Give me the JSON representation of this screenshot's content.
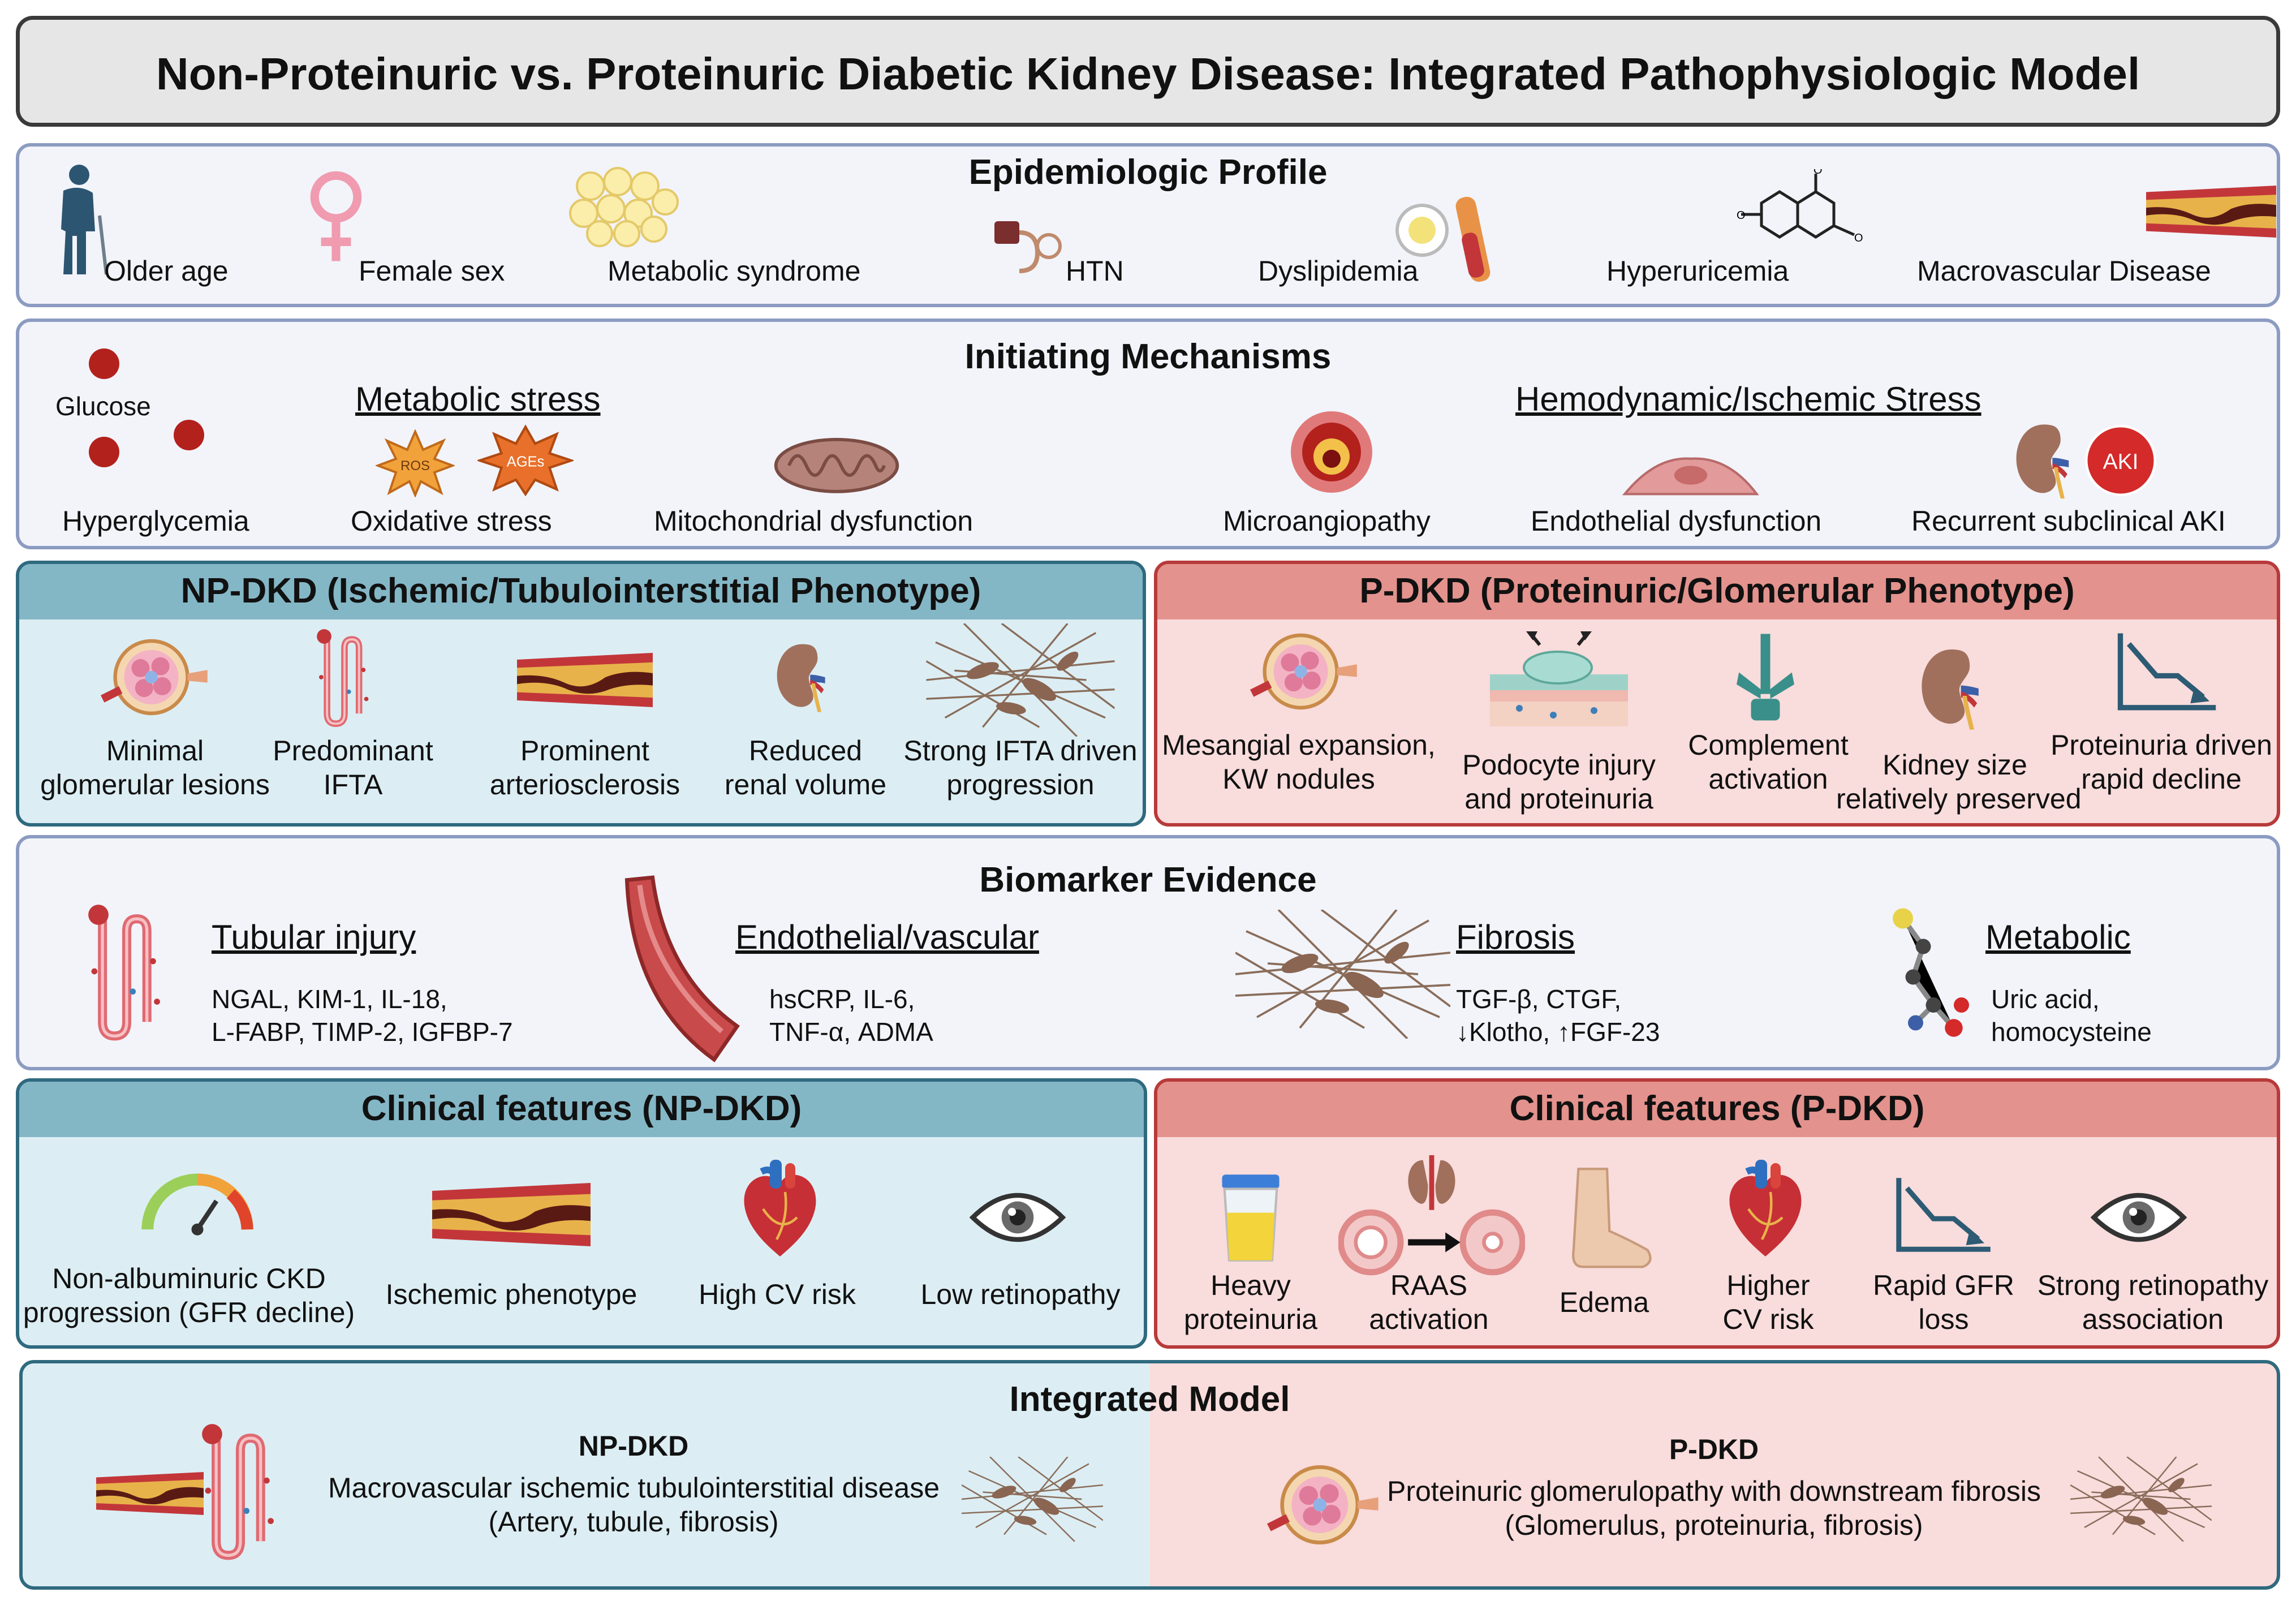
{
  "title": "Non-Proteinuric vs. Proteinuric Diabetic Kidney Disease: Integrated Pathophysiologic Model",
  "epidemiology": {
    "title": "Epidemiologic Profile",
    "items": [
      "Older age",
      "Female sex",
      "Metabolic syndrome",
      "HTN",
      "Dyslipidemia",
      "Hyperuricemia",
      "Macrovascular Disease"
    ]
  },
  "initiating": {
    "title": "Initiating Mechanisms",
    "metabolic_heading": "Metabolic stress",
    "hemodynamic_heading": "Hemodynamic/Ischemic Stress",
    "glucose_label": "Glucose",
    "ros_label": "ROS",
    "ages_label": "AGEs",
    "aki_label": "AKI",
    "items": [
      "Hyperglycemia",
      "Oxidative stress",
      "Mitochondrial dysfunction",
      "Microangiopathy",
      "Endothelial dysfunction",
      "Recurrent subclinical AKI"
    ]
  },
  "np_phenotype": {
    "title": "NP-DKD (Ischemic/Tubulointerstitial Phenotype)",
    "items": [
      {
        "line1": "Minimal",
        "line2": "glomerular lesions"
      },
      {
        "line1": "Predominant",
        "line2": "IFTA"
      },
      {
        "line1": "Prominent",
        "line2": "arteriosclerosis"
      },
      {
        "line1": "Reduced",
        "line2": "renal volume"
      },
      {
        "line1": "Strong IFTA driven",
        "line2": "progression"
      }
    ]
  },
  "p_phenotype": {
    "title": "P-DKD (Proteinuric/Glomerular Phenotype)",
    "items": [
      {
        "line1": "Mesangial expansion,",
        "line2": "KW nodules"
      },
      {
        "line1": "Podocyte injury",
        "line2": "and proteinuria"
      },
      {
        "line1": "Complement",
        "line2": "activation"
      },
      {
        "line1": "Kidney size",
        "line2": "relatively preserved"
      },
      {
        "line1": "Proteinuria driven",
        "line2": "rapid decline"
      }
    ]
  },
  "biomarkers": {
    "title": "Biomarker Evidence",
    "groups": [
      {
        "heading": "Tubular injury",
        "line1": "NGAL, KIM-1, IL-18,",
        "line2": "L-FABP, TIMP-2, IGFBP-7"
      },
      {
        "heading": "Endothelial/vascular",
        "line1": "hsCRP, IL-6,",
        "line2": "TNF-α, ADMA"
      },
      {
        "heading": "Fibrosis",
        "line1": "TGF-β, CTGF,",
        "line2": "↓Klotho, ↑FGF-23"
      },
      {
        "heading": "Metabolic",
        "line1": "Uric acid,",
        "line2": "homocysteine"
      }
    ]
  },
  "clinical_np": {
    "title": "Clinical features (NP-DKD)",
    "items": [
      {
        "line1": "Non-albuminuric CKD",
        "line2": "progression (GFR decline)"
      },
      {
        "line1": "Ischemic phenotype",
        "line2": ""
      },
      {
        "line1": "High CV risk",
        "line2": ""
      },
      {
        "line1": "Low retinopathy",
        "line2": ""
      }
    ]
  },
  "clinical_p": {
    "title": "Clinical features (P-DKD)",
    "items": [
      {
        "line1": "Heavy",
        "line2": "proteinuria"
      },
      {
        "line1": "RAAS",
        "line2": "activation"
      },
      {
        "line1": "Edema",
        "line2": ""
      },
      {
        "line1": "Higher",
        "line2": "CV risk"
      },
      {
        "line1": "Rapid GFR",
        "line2": "loss"
      },
      {
        "line1": "Strong retinopathy",
        "line2": "association"
      }
    ]
  },
  "integrated": {
    "title": "Integrated Model",
    "np_title": "NP-DKD",
    "np_line1": "Macrovascular ischemic tubulointerstitial disease",
    "np_line2": "(Artery, tubule, fibrosis)",
    "p_title": "P-DKD",
    "p_line1": "Proteinuric glomerulopathy with downstream fibrosis",
    "p_line2": "(Glomerulus, proteinuria, fibrosis)"
  },
  "colors": {
    "np_header": "#84b7c6",
    "np_fill": "#dceef4",
    "np_border": "#2f6a7f",
    "p_header": "#e3928d",
    "p_fill": "#f9dcdc",
    "p_border": "#b83a3a",
    "neutral_fill": "#f2f4fa",
    "neutral_border": "#8c9bc1"
  },
  "icons": [
    "elderly-person-icon",
    "female-symbol-icon",
    "fat-cells-icon",
    "blood-pressure-icon",
    "lipid-tube-icon",
    "uric-acid-molecule-icon",
    "plaque-artery-icon",
    "glucose-molecule-icon",
    "ros-burst-icon",
    "ages-burst-icon",
    "mitochondria-icon",
    "vessel-cross-section-icon",
    "endothelial-cell-icon",
    "kidney-icon",
    "aki-badge-icon",
    "glomerulus-icon",
    "tubule-icon",
    "fibrosis-icon",
    "podocyte-icon",
    "complement-icon",
    "decline-chart-icon",
    "blood-vessel-icon",
    "amino-acid-molecule-icon",
    "gauge-icon",
    "heart-icon",
    "eye-icon",
    "urine-cup-icon",
    "raas-icon",
    "foot-icon"
  ]
}
